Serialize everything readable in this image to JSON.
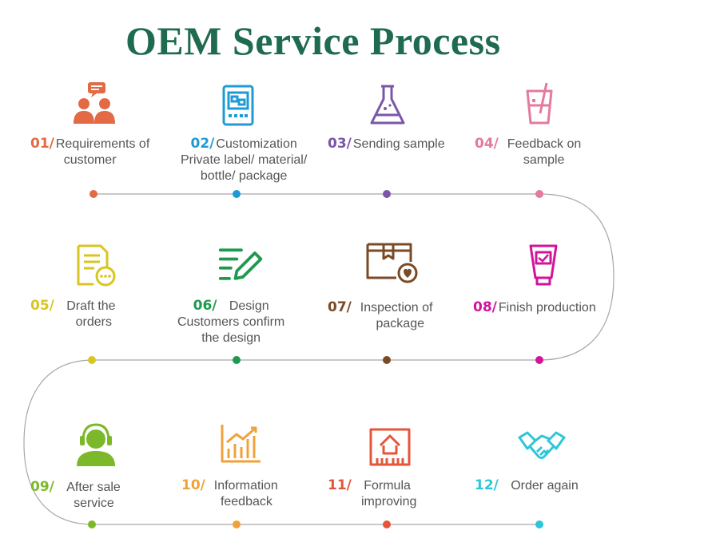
{
  "title": "OEM Service Process",
  "steps": [
    {
      "num": "01/",
      "line1": "Requirements of",
      "line2": "customer",
      "line3": "",
      "color": "#e26a45",
      "icon": "people-chat-icon"
    },
    {
      "num": "02/",
      "line1": "Customization",
      "line2": "Private label/ material/",
      "line3": "bottle/ package",
      "color": "#1e9bd7",
      "icon": "panel-icon"
    },
    {
      "num": "03/",
      "line1": "Sending sample",
      "line2": "",
      "line3": "",
      "color": "#7b56a8",
      "icon": "flask-icon"
    },
    {
      "num": "04/",
      "line1": "Feedback on",
      "line2": "sample",
      "line3": "",
      "color": "#e47a9f",
      "icon": "beaker-icon"
    },
    {
      "num": "05/",
      "line1": "Draft the",
      "line2": "orders",
      "line3": "",
      "color": "#d9c522",
      "icon": "document-chat-icon"
    },
    {
      "num": "06/",
      "line1": "Design",
      "line2": "Customers confirm",
      "line3": "the design",
      "color": "#1e9a4f",
      "icon": "pen-lines-icon"
    },
    {
      "num": "07/",
      "line1": "Inspection of",
      "line2": "package",
      "line3": "",
      "color": "#7a4a25",
      "icon": "package-heart-icon"
    },
    {
      "num": "08/",
      "line1": "Finish production",
      "line2": "",
      "line3": "",
      "color": "#d1149c",
      "icon": "tube-icon"
    },
    {
      "num": "09/",
      "line1": "After sale",
      "line2": "service",
      "line3": "",
      "color": "#7cb92a",
      "icon": "headset-icon"
    },
    {
      "num": "10/",
      "line1": "Information",
      "line2": "feedback",
      "line3": "",
      "color": "#f0a23a",
      "icon": "bar-chart-icon"
    },
    {
      "num": "11/",
      "line1": "Formula",
      "line2": "improving",
      "line3": "",
      "color": "#e4553a",
      "icon": "factory-icon"
    },
    {
      "num": "12/",
      "line1": "Order again",
      "line2": "",
      "line3": "",
      "color": "#2ec6d8",
      "icon": "handshake-icon"
    }
  ]
}
